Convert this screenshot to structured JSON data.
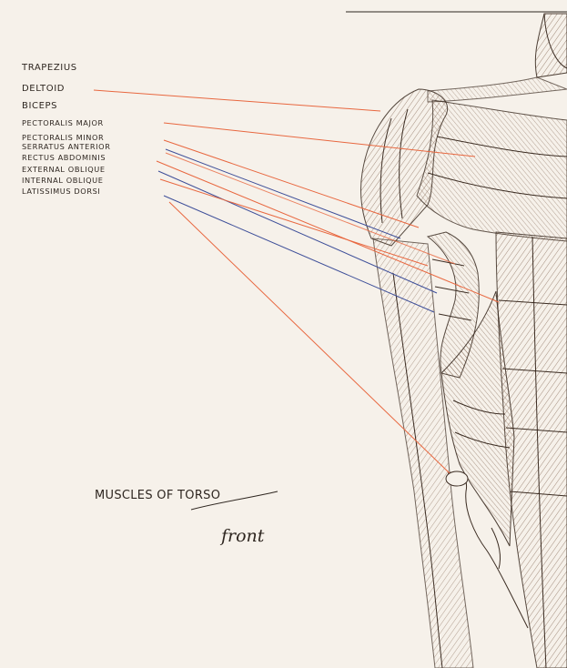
{
  "muscle_labels": [
    "Trapezius",
    "Deltoid",
    "Biceps",
    "Pectoralis Major",
    "Pectoralis Minor",
    "Serratus Anterior",
    "Rectus Abdominis",
    "External Oblique",
    "Internal Oblique",
    "Latissimus Dorsi"
  ],
  "caption": {
    "title": "Muscles of Torso",
    "subtitle": "front"
  },
  "colors": {
    "paper": "#f6f1ea",
    "ink": "#2e2620",
    "sepia_ink": "#6b4a34",
    "leader_red": "#e8673f",
    "leader_blue": "#3e4f99"
  }
}
